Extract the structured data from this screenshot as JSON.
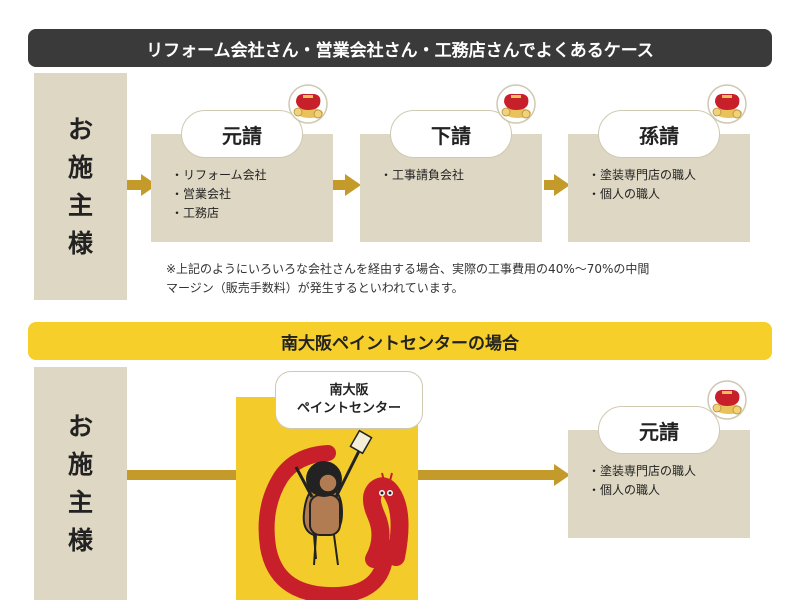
{
  "top_banner": "リフォーム会社さん・営業会社さん・工務店さんでよくあるケース",
  "client_label": "お施主様",
  "tiers": [
    {
      "title": "元請",
      "items": [
        "リフォーム会社",
        "営業会社",
        "工務店"
      ]
    },
    {
      "title": "下請",
      "items": [
        "工事請負会社"
      ]
    },
    {
      "title": "孫請",
      "items": [
        "塗装専門店の職人",
        "個人の職人"
      ]
    }
  ],
  "note_lines": [
    "※上記のようにいろいろな会社さんを経由する場合、実際の工事費用の40%〜70%の中間",
    "マージン（販売手数料）が発生するといわれています。"
  ],
  "mpc_banner": "南大阪ペイントセンターの場合",
  "mpc_bubble_lines": [
    "南大阪",
    "ペイントセンター"
  ],
  "mpc_tier": {
    "title": "元請",
    "items": [
      "塗装専門店の職人",
      "個人の職人"
    ]
  },
  "colors": {
    "dark_banner": "#3a3a3a",
    "yellow": "#f6cf2a",
    "beige": "#ddd7c3",
    "arrow": "#c49a2a",
    "money_red": "#c8202a",
    "coin": "#e8c25a"
  },
  "icons": {
    "money": "money-pouch-icon",
    "mascot": "mascot-painter-icon"
  }
}
